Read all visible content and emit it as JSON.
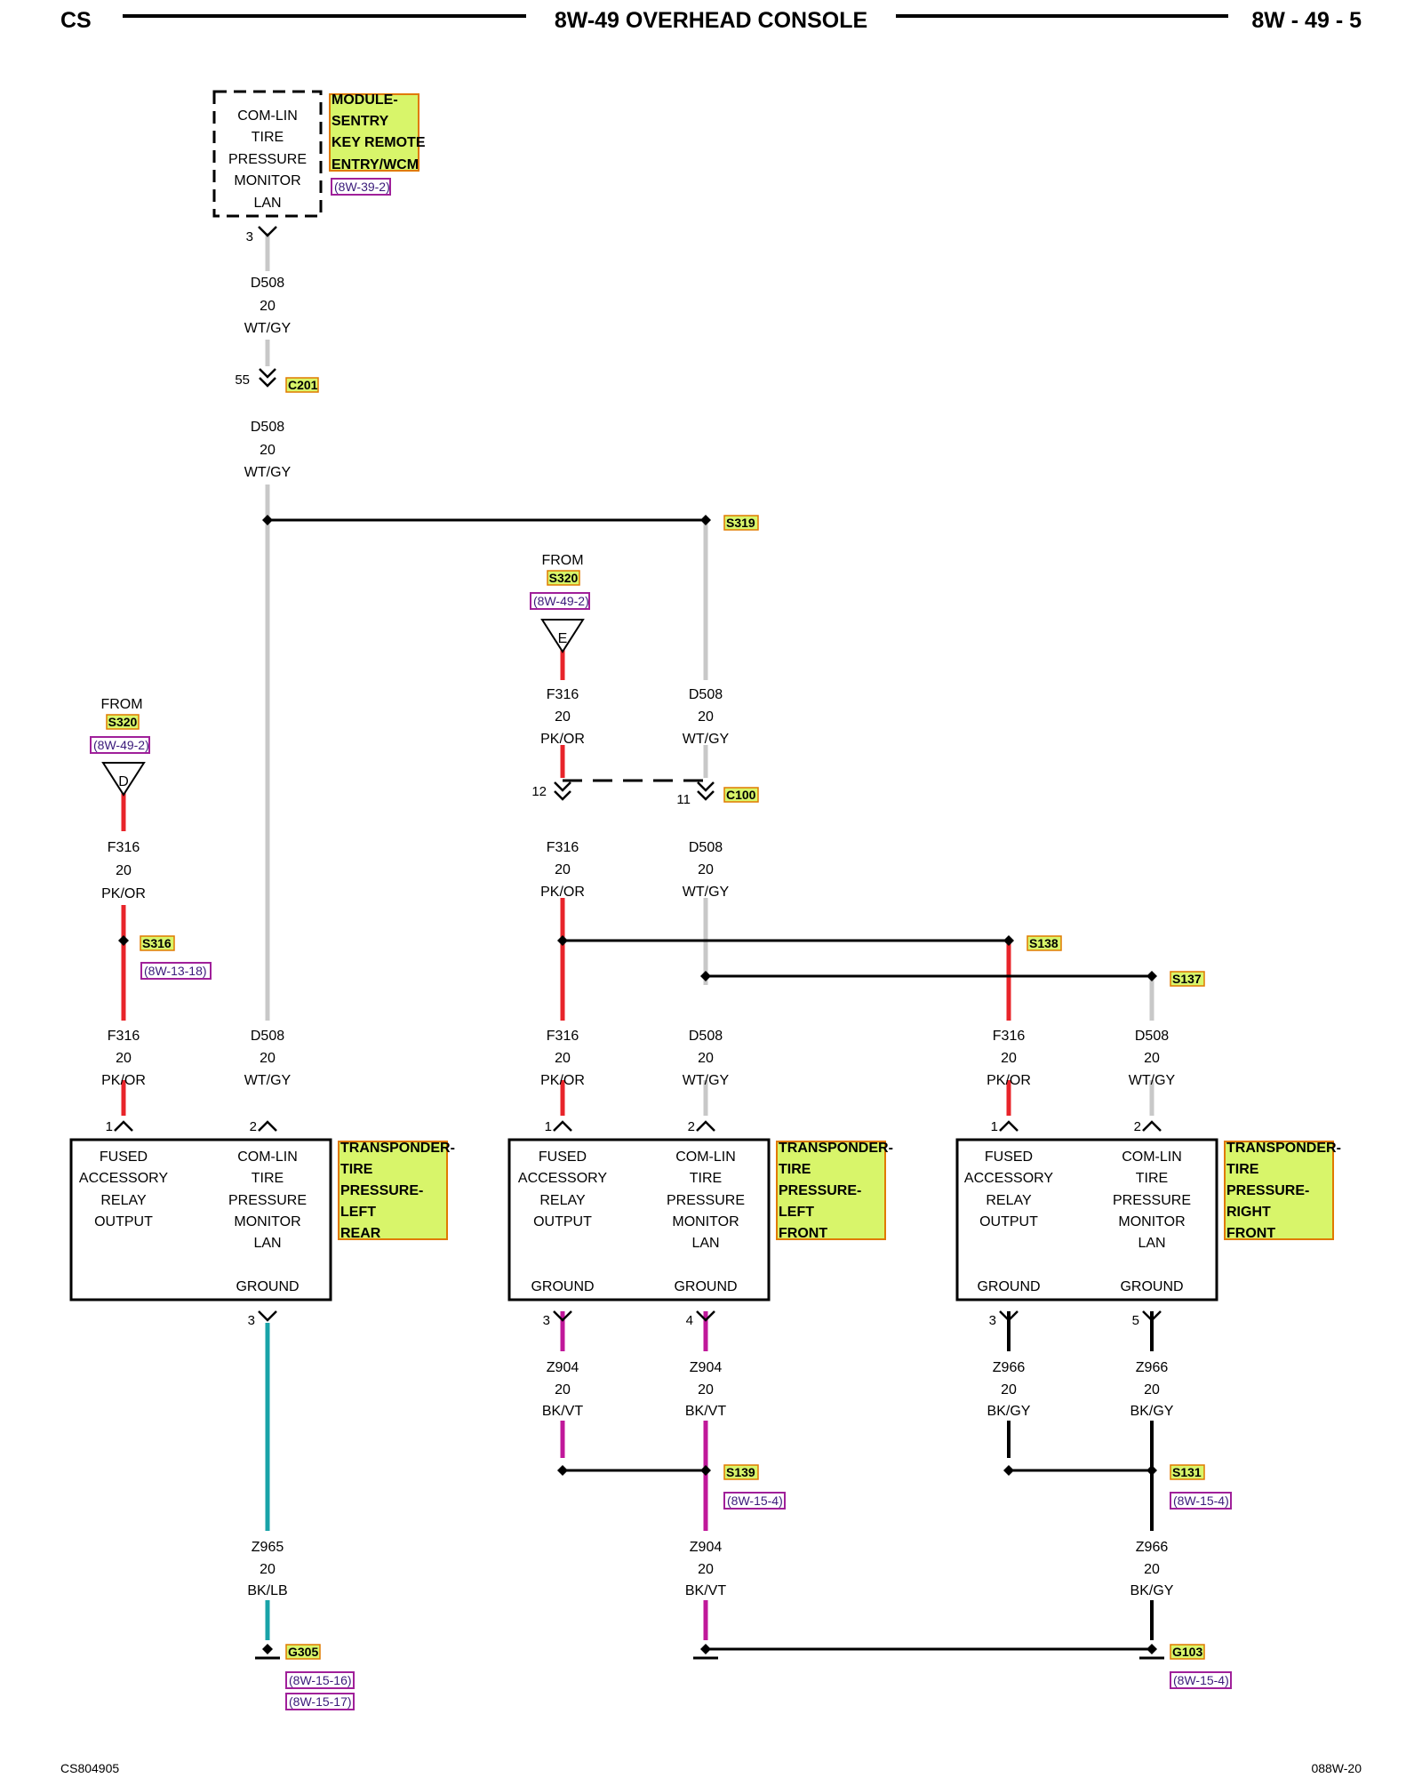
{
  "header": {
    "left": "CS",
    "title": "8W-49 OVERHEAD CONSOLE",
    "right": "8W - 49 - 5"
  },
  "footer": {
    "left": "CS804905",
    "right": "088W-20"
  },
  "colors": {
    "wire_white_gray": "#c8c8c8",
    "wire_pink_orange": "#e8242a",
    "wire_black_violet": "#c0189a",
    "wire_black_lightblue": "#19a3a8",
    "wire_black_gray": "#000000",
    "label_fill": "#d8f56a",
    "label_border": "#e07a00",
    "ref_border": "#a0209a"
  },
  "top_module": {
    "lines": [
      "COM-LIN",
      "TIRE",
      "PRESSURE",
      "MONITOR",
      "LAN"
    ],
    "name_lines": [
      "MODULE-",
      "SENTRY",
      "KEY REMOTE",
      "ENTRY/WCM"
    ],
    "ref": "(8W-39-2)",
    "pin": "3"
  },
  "wire_top_1": {
    "circuit": "D508",
    "gauge": "20",
    "color": "WT/GY"
  },
  "c201": {
    "name": "C201",
    "pin": "55"
  },
  "wire_top_2": {
    "circuit": "D508",
    "gauge": "20",
    "color": "WT/GY"
  },
  "s319": {
    "name": "S319"
  },
  "from_e": {
    "from": "FROM",
    "splice": "S320",
    "ref": "(8W-49-2)",
    "letter": "E"
  },
  "from_d": {
    "from": "FROM",
    "splice": "S320",
    "ref": "(8W-49-2)",
    "letter": "D"
  },
  "wire_e1": {
    "circuit": "F316",
    "gauge": "20",
    "color": "PK/OR"
  },
  "wire_s319_down": {
    "circuit": "D508",
    "gauge": "20",
    "color": "WT/GY"
  },
  "c100": {
    "name": "C100",
    "pin_left": "12",
    "pin_right": "11"
  },
  "wire_e2": {
    "circuit": "F316",
    "gauge": "20",
    "color": "PK/OR"
  },
  "wire_c100_right": {
    "circuit": "D508",
    "gauge": "20",
    "color": "WT/GY"
  },
  "wire_d1": {
    "circuit": "F316",
    "gauge": "20",
    "color": "PK/OR"
  },
  "s316": {
    "name": "S316",
    "ref": "(8W-13-18)"
  },
  "s138": {
    "name": "S138"
  },
  "s137": {
    "name": "S137"
  },
  "lower_wires": [
    {
      "circuit": "F316",
      "gauge": "20",
      "color": "PK/OR"
    },
    {
      "circuit": "D508",
      "gauge": "20",
      "color": "WT/GY"
    },
    {
      "circuit": "F316",
      "gauge": "20",
      "color": "PK/OR"
    },
    {
      "circuit": "D508",
      "gauge": "20",
      "color": "WT/GY"
    },
    {
      "circuit": "F316",
      "gauge": "20",
      "color": "PK/OR"
    },
    {
      "circuit": "D508",
      "gauge": "20",
      "color": "WT/GY"
    }
  ],
  "modules": [
    {
      "pin1": "1",
      "pin2": "2",
      "left_lines": [
        "FUSED",
        "ACCESSORY",
        "RELAY",
        "OUTPUT"
      ],
      "right_lines": [
        "COM-LIN",
        "TIRE",
        "PRESSURE",
        "MONITOR",
        "LAN"
      ],
      "ground_labels": [
        "GROUND"
      ],
      "name_lines": [
        "TRANSPONDER-",
        "TIRE",
        "PRESSURE-",
        "LEFT",
        "REAR"
      ],
      "ground_pins": [
        "3"
      ]
    },
    {
      "pin1": "1",
      "pin2": "2",
      "left_lines": [
        "FUSED",
        "ACCESSORY",
        "RELAY",
        "OUTPUT"
      ],
      "right_lines": [
        "COM-LIN",
        "TIRE",
        "PRESSURE",
        "MONITOR",
        "LAN"
      ],
      "ground_labels": [
        "GROUND",
        "GROUND"
      ],
      "name_lines": [
        "TRANSPONDER-",
        "TIRE",
        "PRESSURE-",
        "LEFT",
        "FRONT"
      ],
      "ground_pins": [
        "3",
        "4"
      ]
    },
    {
      "pin1": "1",
      "pin2": "2",
      "left_lines": [
        "FUSED",
        "ACCESSORY",
        "RELAY",
        "OUTPUT"
      ],
      "right_lines": [
        "COM-LIN",
        "TIRE",
        "PRESSURE",
        "MONITOR",
        "LAN"
      ],
      "ground_labels": [
        "GROUND",
        "GROUND"
      ],
      "name_lines": [
        "TRANSPONDER-",
        "TIRE",
        "PRESSURE-",
        "RIGHT",
        "FRONT"
      ],
      "ground_pins": [
        "3",
        "5"
      ]
    }
  ],
  "ground_wires_upper": [
    {
      "circuit": "Z904",
      "gauge": "20",
      "color": "BK/VT"
    },
    {
      "circuit": "Z904",
      "gauge": "20",
      "color": "BK/VT"
    },
    {
      "circuit": "Z966",
      "gauge": "20",
      "color": "BK/GY"
    },
    {
      "circuit": "Z966",
      "gauge": "20",
      "color": "BK/GY"
    }
  ],
  "s139": {
    "name": "S139",
    "ref": "(8W-15-4)"
  },
  "s131": {
    "name": "S131",
    "ref": "(8W-15-4)"
  },
  "ground_wires_lower": [
    {
      "circuit": "Z965",
      "gauge": "20",
      "color": "BK/LB"
    },
    {
      "circuit": "Z904",
      "gauge": "20",
      "color": "BK/VT"
    },
    {
      "circuit": "Z966",
      "gauge": "20",
      "color": "BK/GY"
    }
  ],
  "g305": {
    "name": "G305",
    "refs": [
      "(8W-15-16)",
      "(8W-15-17)"
    ]
  },
  "g103": {
    "name": "G103",
    "ref": "(8W-15-4)"
  }
}
